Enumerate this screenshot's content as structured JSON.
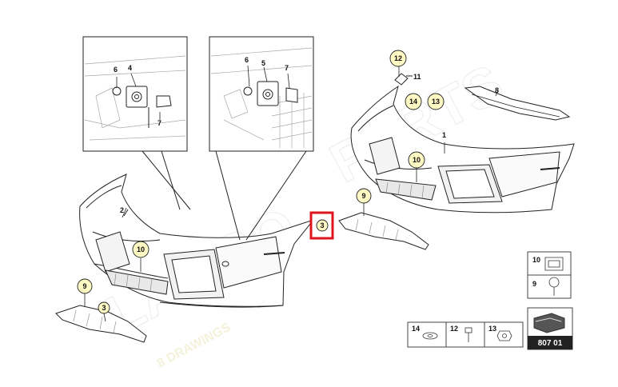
{
  "callouts": {
    "c1": "1",
    "c2": "2",
    "c3_left": "3",
    "c3_highlight": "3",
    "c4": "4",
    "c5": "5",
    "c6_a": "6",
    "c6_b": "6",
    "c7_a": "7",
    "c7_b": "7",
    "c8": "8",
    "c9_left": "9",
    "c9_right": "9",
    "c10_left": "10",
    "c10_right": "10",
    "c11": "11",
    "c12": "12",
    "c13": "13",
    "c14": "14"
  },
  "legend_right": {
    "item_a": "10",
    "item_b": "9"
  },
  "legend_bottom": {
    "item_a": "14",
    "item_b": "12",
    "item_c": "13"
  },
  "page_code": "807 01",
  "highlight_color": "#e0141e",
  "callout_fill": "#fff9c4",
  "watermark": "8 DRAWINGS"
}
